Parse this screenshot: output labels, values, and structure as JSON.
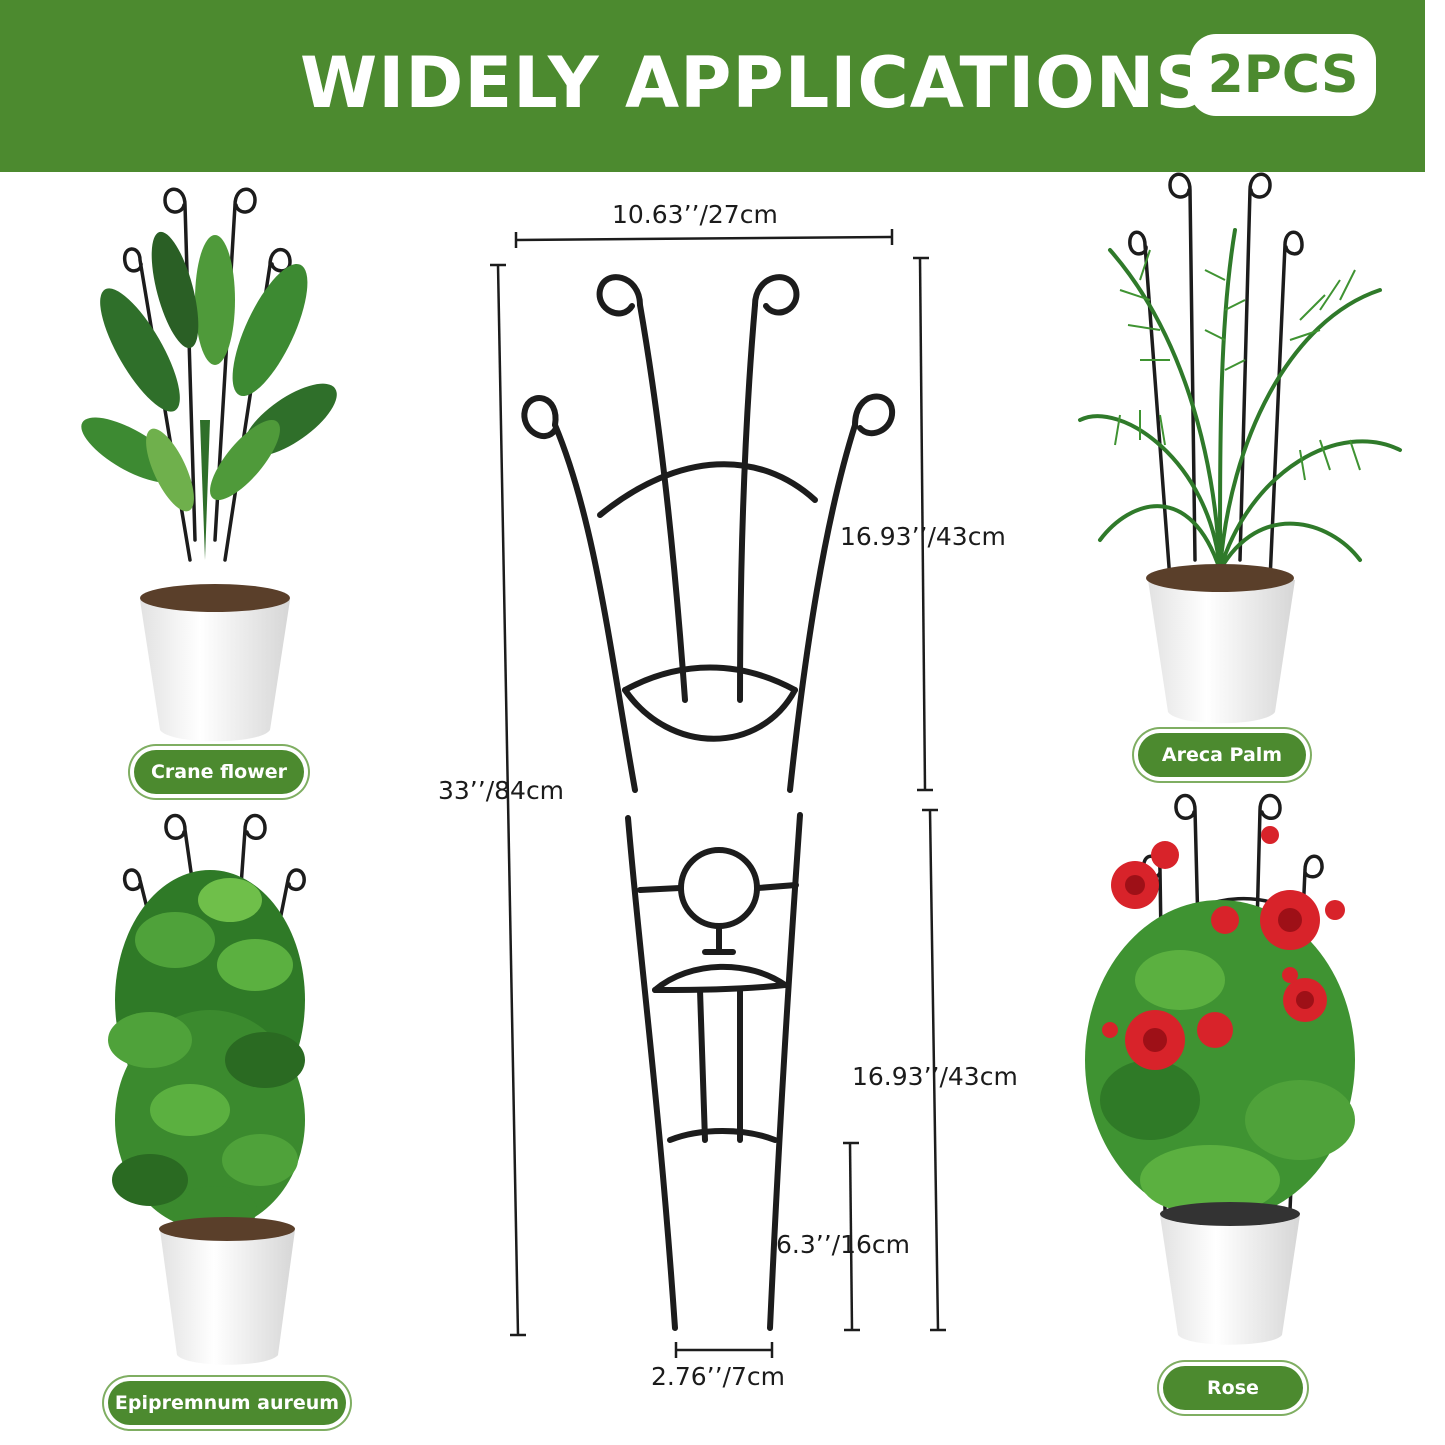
{
  "banner": {
    "title": "WIDELY APPLICATIONS",
    "badge": "2PCS",
    "color": "#4c8a2f"
  },
  "dimensions": {
    "top_width": "10.63’’/27cm",
    "upper_height": "16.93’’/43cm",
    "total_height": "33’’/84cm",
    "lower_height": "16.93’’/43cm",
    "spike_height": "6.3’’/16cm",
    "bottom_width": "2.76’’/7cm"
  },
  "plants": [
    {
      "label": "Crane flower"
    },
    {
      "label": "Areca Palm"
    },
    {
      "label": "Epipremnum aureum"
    },
    {
      "label": "Rose"
    }
  ],
  "colors": {
    "trellis": "#1c1c1c",
    "leaf_dark": "#2f6f2a",
    "leaf_light": "#4f9a3a",
    "pot": "#f3f3f3",
    "soil": "#5a3f2a",
    "rose": "#d8232a"
  }
}
